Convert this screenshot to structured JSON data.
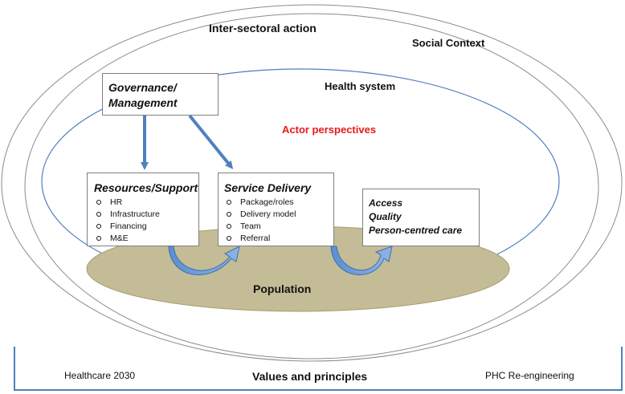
{
  "contexts": {
    "inter_sectoral": "Inter-sectoral action",
    "social": "Social Context",
    "health_system": "Health system",
    "actor_perspectives": "Actor perspectives",
    "population": "Population"
  },
  "governance": {
    "title_line1": "Governance/",
    "title_line2": "Management"
  },
  "resources": {
    "title": "Resources/Support",
    "items": [
      "HR",
      "Infrastructure",
      "Financing",
      "M&E"
    ]
  },
  "service_delivery": {
    "title": "Service Delivery",
    "items": [
      "Package/roles",
      "Delivery model",
      "Team",
      "Referral"
    ]
  },
  "outcomes": {
    "items": [
      "Access",
      "Quality",
      "Person-centred care"
    ]
  },
  "footer": {
    "left": "Healthcare 2030",
    "center": "Values and principles",
    "right": "PHC Re-engineering"
  },
  "colors": {
    "actor_perspectives": "#e31b1b",
    "arrow_blue": "#4f81bd",
    "population_fill": "#c4bc96",
    "health_system_border": "#4f7fbf",
    "outer_border": "#8c8c8c"
  },
  "icons": [
    "arrow-down-icon",
    "arrow-diagonal-icon",
    "curved-arrow-icon"
  ]
}
